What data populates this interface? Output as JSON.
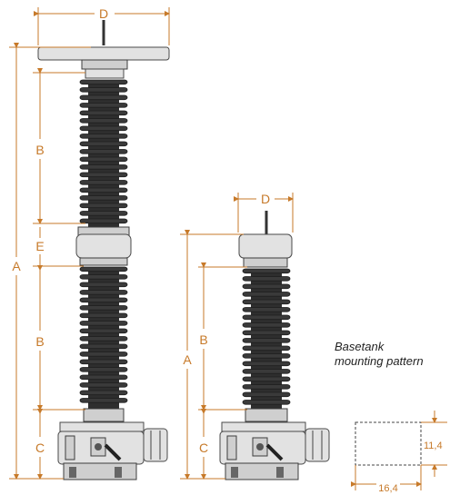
{
  "labels": {
    "large": {
      "D": "D",
      "B_upper": "B",
      "E": "E",
      "A": "A",
      "B_lower": "B",
      "C": "C"
    },
    "small": {
      "D": "D",
      "A": "A",
      "B": "B",
      "C": "C"
    }
  },
  "mounting": {
    "caption_line1": "Basetank",
    "caption_line2": "mounting pattern",
    "height_value": "11,4",
    "width_value": "16,4"
  },
  "colors": {
    "dimension": "#c77a2a",
    "insulator": "#3a3a3a",
    "metal": "#e2e2e2"
  }
}
